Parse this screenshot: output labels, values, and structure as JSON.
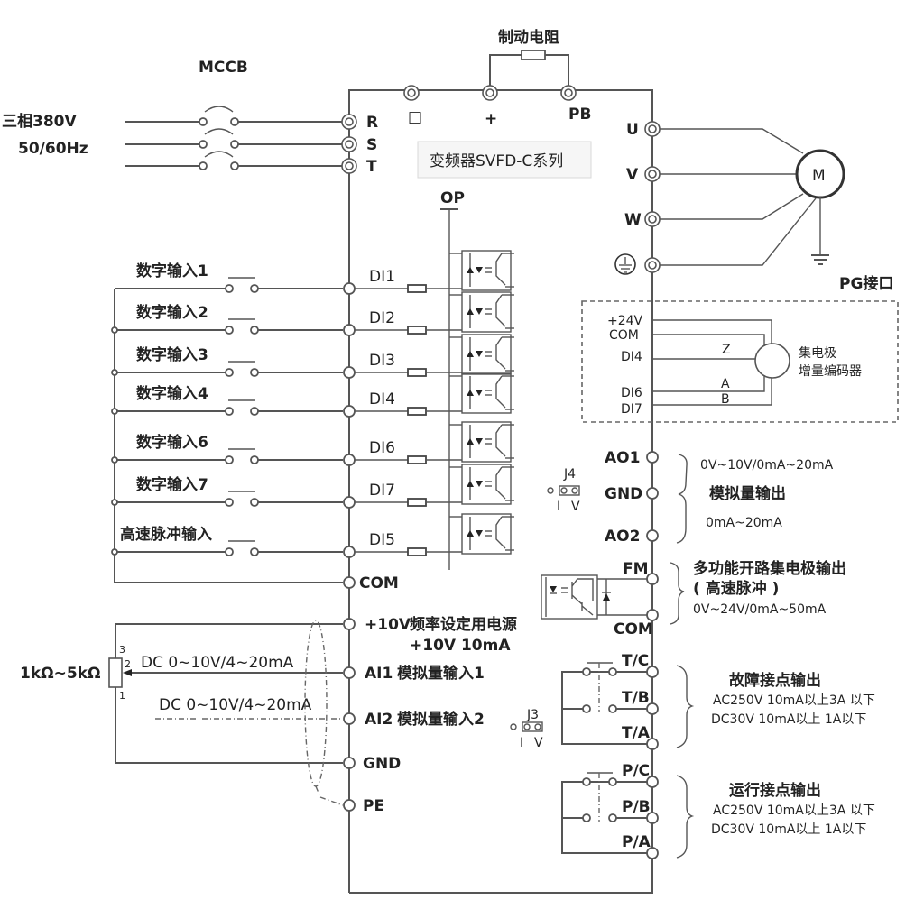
{
  "diagram": {
    "title": "变频器SVFD-C系列",
    "power_input": {
      "label_line1": "三相380V",
      "label_line2": "50/60Hz",
      "breaker_label": "MCCB",
      "terminals": [
        "R",
        "S",
        "T"
      ]
    },
    "braking": {
      "resistor_label": "制动电阻",
      "terminals": [
        "□",
        "+",
        "PB"
      ]
    },
    "motor": {
      "symbol": "M",
      "terminals": [
        "U",
        "V",
        "W"
      ],
      "ground_icon": "ground-icon"
    },
    "pg_interface": {
      "title": "PG接口",
      "terminals": [
        "+24V",
        "COM",
        "DI4",
        "DI6",
        "DI7"
      ],
      "signals": [
        "Z",
        "A",
        "B"
      ],
      "encoder_label_line1": "集电极",
      "encoder_label_line2": "增量编码器"
    },
    "digital_inputs": [
      {
        "label": "数字输入1",
        "terminal": "DI1"
      },
      {
        "label": "数字输入2",
        "terminal": "DI2"
      },
      {
        "label": "数字输入3",
        "terminal": "DI3"
      },
      {
        "label": "数字输入4",
        "terminal": "DI4"
      },
      {
        "label": "数字输入6",
        "terminal": "DI6"
      },
      {
        "label": "数字输入7",
        "terminal": "DI7"
      },
      {
        "label": "高速脉冲输入",
        "terminal": "DI5"
      }
    ],
    "digital_common": "COM",
    "op_label": "OP",
    "analog_inputs": {
      "ref_terminal": "+10V",
      "ref_desc": "频率设定用电源",
      "ref_spec": "+10V 10mA",
      "pot_label": "1kΩ~5kΩ",
      "pot_pins": [
        "3",
        "2",
        "1"
      ],
      "ai1_signal": "DC 0~10V/4~20mA",
      "ai1_terminal": "AI1",
      "ai1_desc": "模拟量输入1",
      "ai2_signal": "DC 0~10V/4~20mA",
      "ai2_terminal": "AI2",
      "ai2_desc": "模拟量输入2",
      "gnd_terminal": "GND",
      "pe_terminal": "PE",
      "jumper": {
        "name": "J3",
        "pos_i": "I",
        "pos_v": "V"
      }
    },
    "analog_outputs": {
      "terminals": [
        "AO1",
        "GND",
        "AO2"
      ],
      "ao1_range": "0V~10V/0mA~20mA",
      "title": "模拟量输出",
      "ao2_range": "0mA~20mA",
      "jumper": {
        "name": "J4",
        "pos_i": "I",
        "pos_v": "V"
      }
    },
    "fm_output": {
      "terminals": [
        "FM",
        "COM"
      ],
      "desc_line1": "多功能开路集电极输出",
      "desc_line2": "( 高速脉冲 )",
      "desc_line3": "0V~24V/0mA~50mA"
    },
    "relay_fault": {
      "terminals": [
        "T/C",
        "T/B",
        "T/A"
      ],
      "title": "故障接点输出",
      "spec_ac": "AC250V 10mA以上3A 以下",
      "spec_dc": "DC30V   10mA以上  1A以下"
    },
    "relay_run": {
      "terminals": [
        "P/C",
        "P/B",
        "P/A"
      ],
      "title": "运行接点输出",
      "spec_ac": "AC250V 10mA以上3A 以下",
      "spec_dc": "DC30V   10mA以上  1A以下"
    }
  }
}
